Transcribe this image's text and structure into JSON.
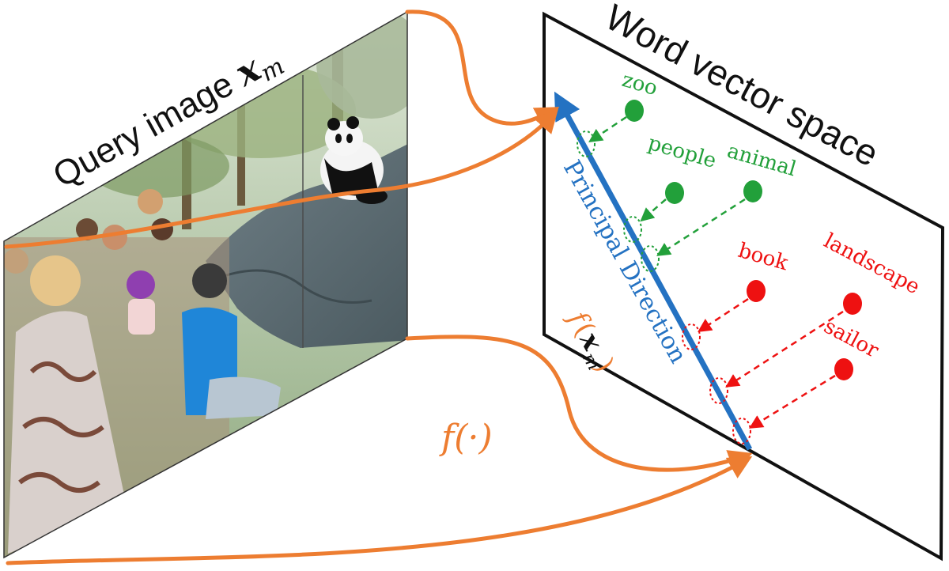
{
  "query_title_prefix": "Query image ",
  "query_var": "x",
  "query_sub": "m",
  "word_space_title": "Word vector space",
  "principal_label": "Principal Direction",
  "mapping_label": "f(·)",
  "fx_f": "f",
  "fx_x": "x",
  "fx_m": "m",
  "photo_caption": "",
  "colors": {
    "orange": "#ED7D31",
    "blue": "#2472C2",
    "green": "#22A03A",
    "red": "#EE1111",
    "black": "#111111"
  },
  "relevant_words": [
    {
      "label": "zoo"
    },
    {
      "label": "people"
    },
    {
      "label": "animal"
    }
  ],
  "irrelevant_words": [
    {
      "label": "book"
    },
    {
      "label": "landscape"
    },
    {
      "label": "sailor"
    }
  ],
  "icons": {
    "photo": "zoo-photo-icon",
    "panda": "panda-icon"
  }
}
